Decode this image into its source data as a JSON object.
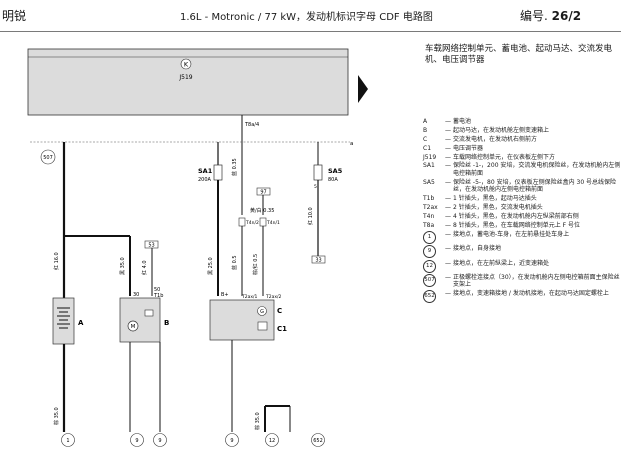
{
  "header": {
    "brand": "明锐",
    "title": "1.6L - Motronic / 77 kW，发动机标识字母 CDF 电路图",
    "page_label": "编号.",
    "page_number": "26/2"
  },
  "description": "车载网络控制单元、蓄电池、起动马达、交流发电机、电压调节器",
  "diagram": {
    "k_label": "K",
    "j519_label": "J519",
    "t8a4": "T8a/4",
    "wire_a": "a",
    "c507": "507",
    "c97": "97",
    "c33": "33",
    "c53": "53",
    "sa1_name": "SA1",
    "sa1_rating": "200A",
    "sa5_name": "SA5",
    "sa5_rating": "80A",
    "sa5_pin": "5",
    "pin_30": "30",
    "pin_50": "50",
    "pin_t1b": "T1b",
    "pin_bplus": "B+",
    "pin_t2ax1": "T2ax/1",
    "pin_t2ax2": "T2ax/2",
    "pin_t4n2": "T4n/2",
    "pin_t4n1": "T4n/1",
    "w1_color": "红",
    "w1_size": "16.0",
    "w2_color": "黑",
    "w2_size": "35.0",
    "w3_color": "红",
    "w3_size": "4.0",
    "w4_color": "黑",
    "w4_size": "25.0",
    "w5_color": "蓝",
    "w5_size": "0.35",
    "w6_color": "蓝",
    "w6_size": "0.5",
    "w7_color": "黄/白",
    "w7_size": "0.35",
    "w8_color": "棕/红",
    "w8_size": "0.5",
    "w9_color": "红",
    "w9_size": "10.0",
    "w10_color": "棕",
    "w10_size": "35.0",
    "w11_color": "棕",
    "w11_size": "35.0",
    "comp_a": "A",
    "comp_b": "B",
    "comp_c": "C",
    "comp_c1": "C1",
    "ground_1": "1",
    "ground_9a": "9",
    "ground_9b": "9",
    "ground_9c": "9",
    "ground_12": "12",
    "ground_652": "652"
  },
  "legend": [
    {
      "key": "A",
      "text": "蓄电池"
    },
    {
      "key": "B",
      "text": "起动马达，在发动机舱左侧变速箱上"
    },
    {
      "key": "C",
      "text": "交流发电机，在发动机右侧前方"
    },
    {
      "key": "C1",
      "text": "电压调节器"
    },
    {
      "key": "J519",
      "text": "车载网络控制单元，在仪表板左侧下方"
    },
    {
      "key": "SA1",
      "text": "保险丝 -1-，200 安培，交流发电机保险丝，在发动机舱内左侧电控箱前面"
    },
    {
      "key": "SA5",
      "text": "保险丝 -5-，80 安培，仪表板左侧保险丝盒内 30 号总线保险丝，在发动机舱内左侧电控箱前面"
    },
    {
      "key": "T1b",
      "text": "1 针插头，黑色，起动马达插头"
    },
    {
      "key": "T2ax",
      "text": "2 针插头，黑色，交流发电机插头"
    },
    {
      "key": "T4n",
      "text": "4 针插头，黑色，在发动机舱内左纵梁前部右侧"
    },
    {
      "key": "T8a",
      "text": "8 针插头，黑色，在车载网络控制单元上 F 号位"
    }
  ],
  "legend_circles": [
    {
      "key": "1",
      "text": "接地点，蓄电池-车身，在左前悬挂处车身上"
    },
    {
      "key": "9",
      "text": "接地点，自身接地"
    },
    {
      "key": "12",
      "text": "接地点，在左前纵梁上，近变速箱处"
    },
    {
      "key": "507",
      "text": "正极螺栓连接点（30），在发动机舱内左侧电控箱前面主保险丝支架上"
    },
    {
      "key": "652",
      "text": "接地点，变速箱接地 / 发动机接地，在起动马达固定螺栓上"
    }
  ]
}
